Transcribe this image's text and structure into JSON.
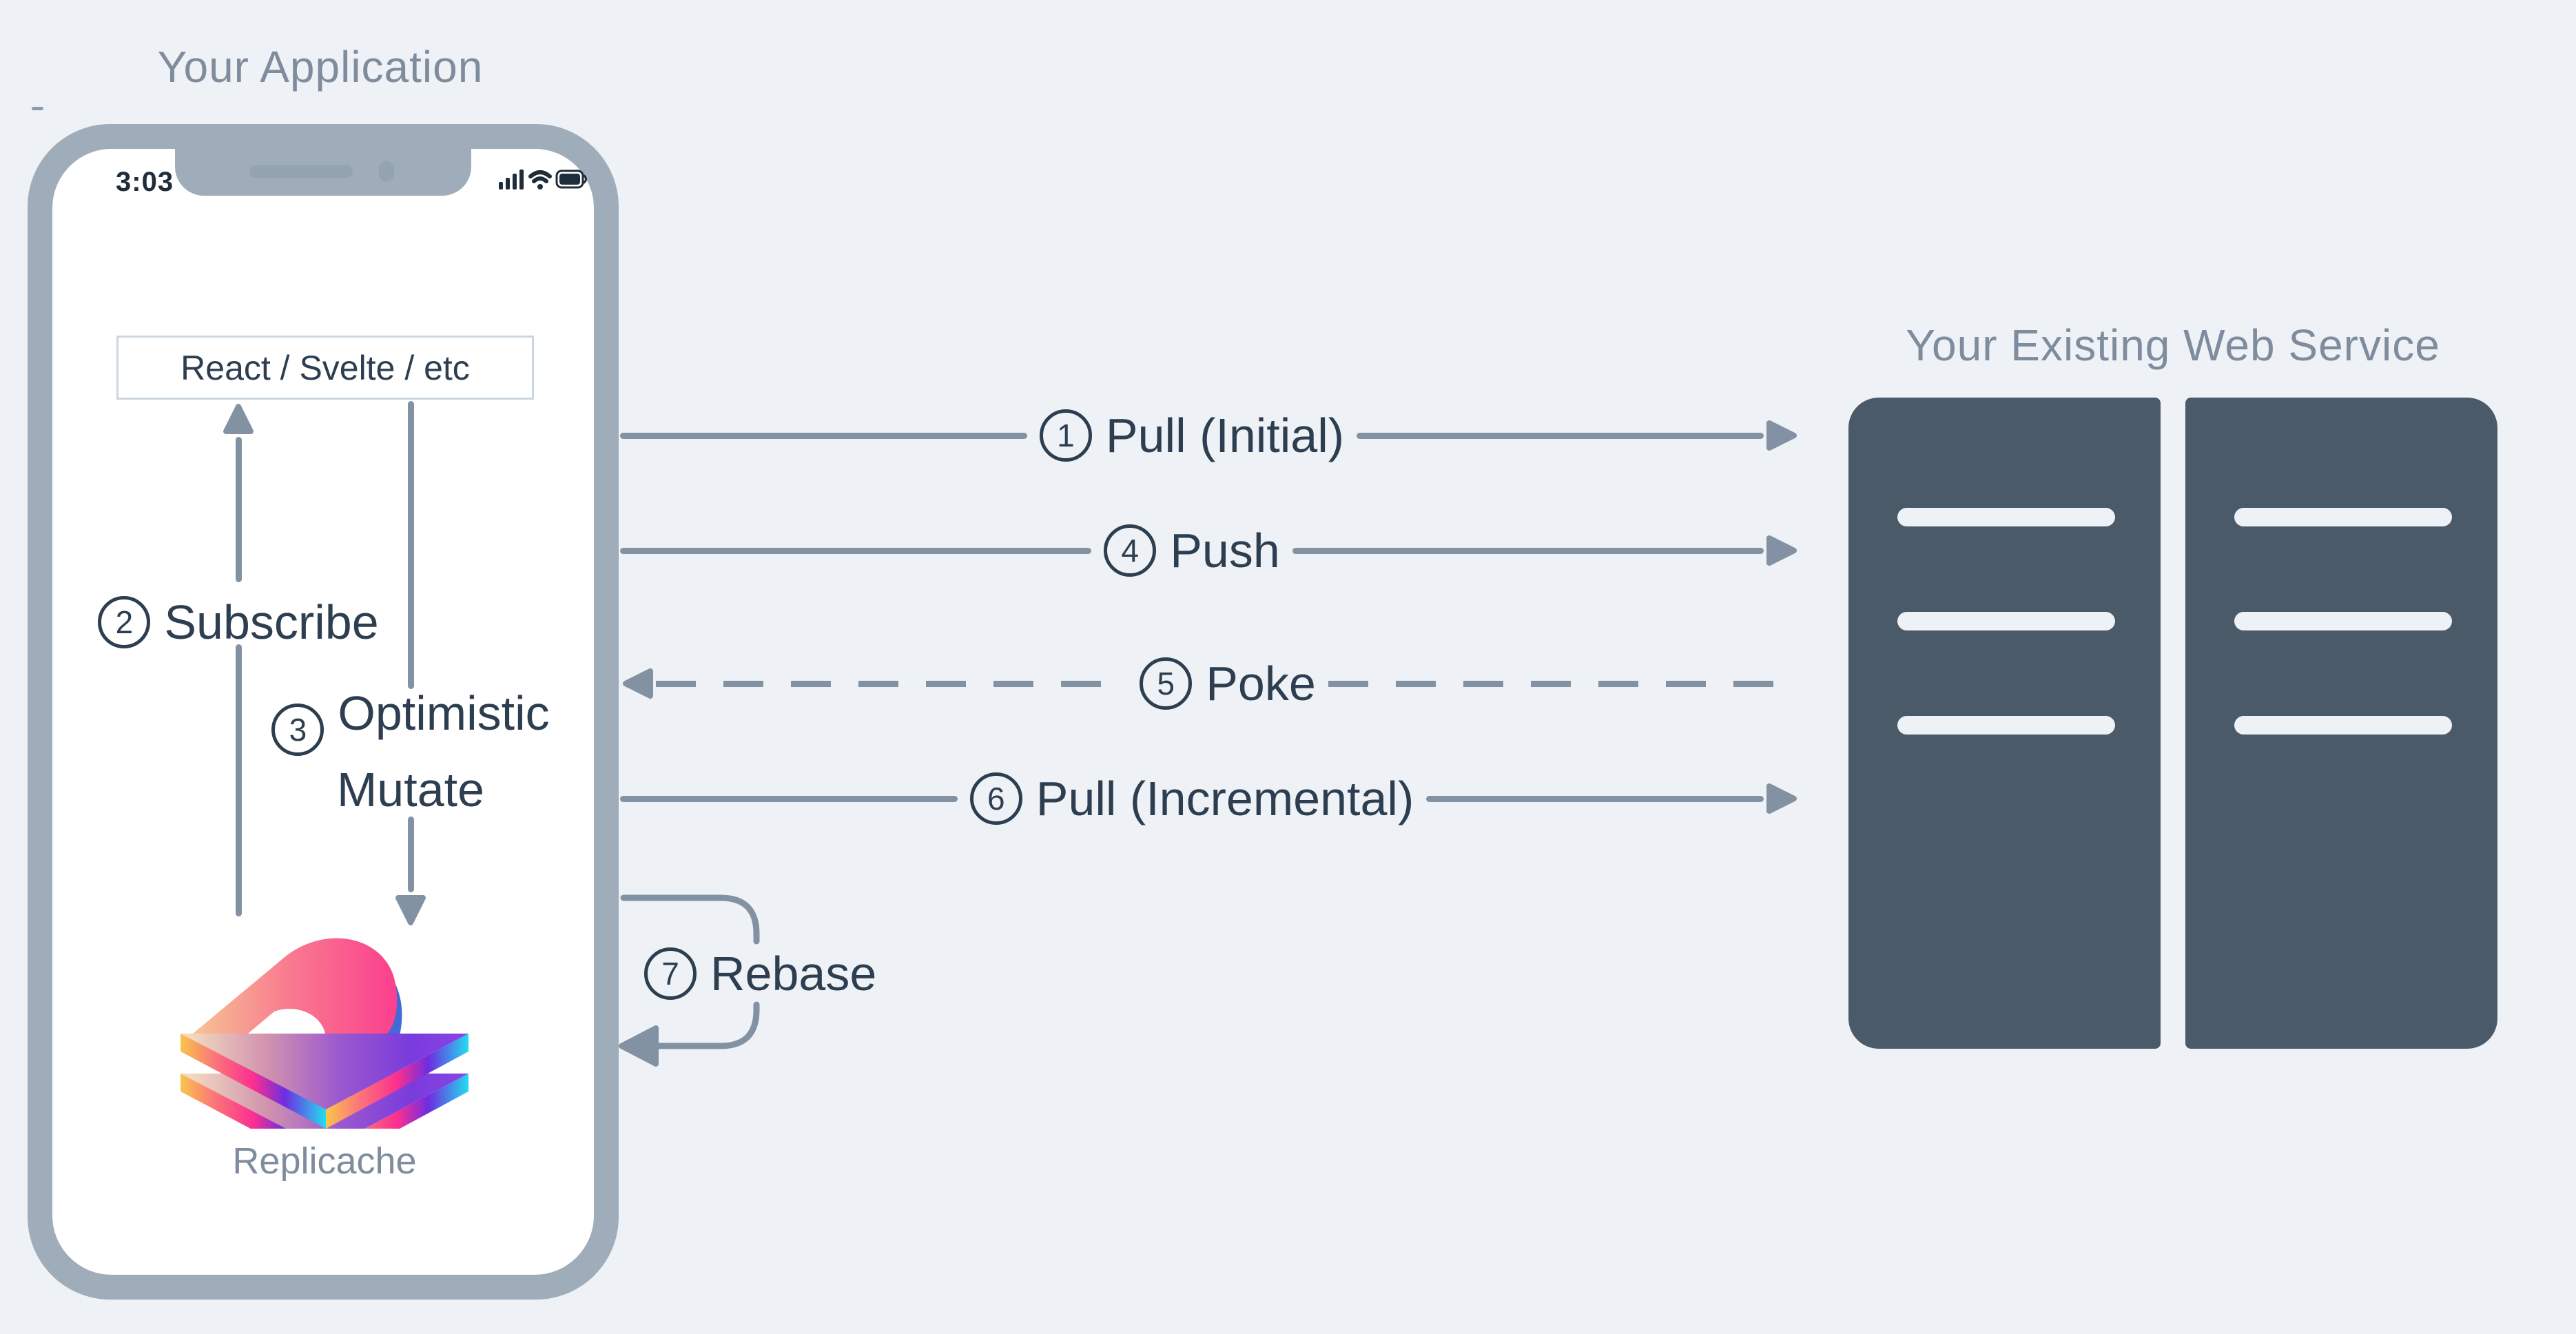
{
  "app": {
    "title": "Your Application",
    "status_time": "3:03",
    "framework_box": "React / Svelte / etc",
    "logo_caption": "Replicache"
  },
  "service": {
    "title": "Your Existing Web Service"
  },
  "steps": {
    "pull_initial": {
      "num": "1",
      "label": "Pull (Initial)",
      "line_style": "solid",
      "direction": "client-to-server"
    },
    "subscribe": {
      "num": "2",
      "label": "Subscribe",
      "line_style": "solid",
      "direction": "up"
    },
    "optimistic_mutate": {
      "num": "3",
      "label": "Optimistic Mutate",
      "line_style": "solid",
      "direction": "down"
    },
    "push": {
      "num": "4",
      "label": "Push",
      "line_style": "solid",
      "direction": "client-to-server"
    },
    "poke": {
      "num": "5",
      "label": "Poke",
      "line_style": "dashed",
      "direction": "server-to-client"
    },
    "pull_incremental": {
      "num": "6",
      "label": "Pull (Incremental)",
      "line_style": "solid",
      "direction": "client-to-server"
    },
    "rebase": {
      "num": "7",
      "label": "Rebase",
      "line_style": "solid",
      "direction": "loop"
    }
  },
  "icons": {
    "cellular-signal-icon": "four ascending signal bars",
    "wifi-icon": "wifi arcs",
    "battery-icon": "full battery",
    "replicache-logo": "layered gradient diamond plates with pink shell"
  },
  "colors": {
    "background": "#eef1f5",
    "phone_frame": "#9fadbb",
    "screen": "#ffffff",
    "muted_text": "#7e8c9d",
    "dark_text": "#2d3e50",
    "line": "#8392a2",
    "server": "#4a5a69",
    "box_border": "#ccd6df",
    "logo_gradient": [
      "#f8cf8a",
      "#fb5a92",
      "#7a3bdc",
      "#2fd4f5"
    ]
  }
}
